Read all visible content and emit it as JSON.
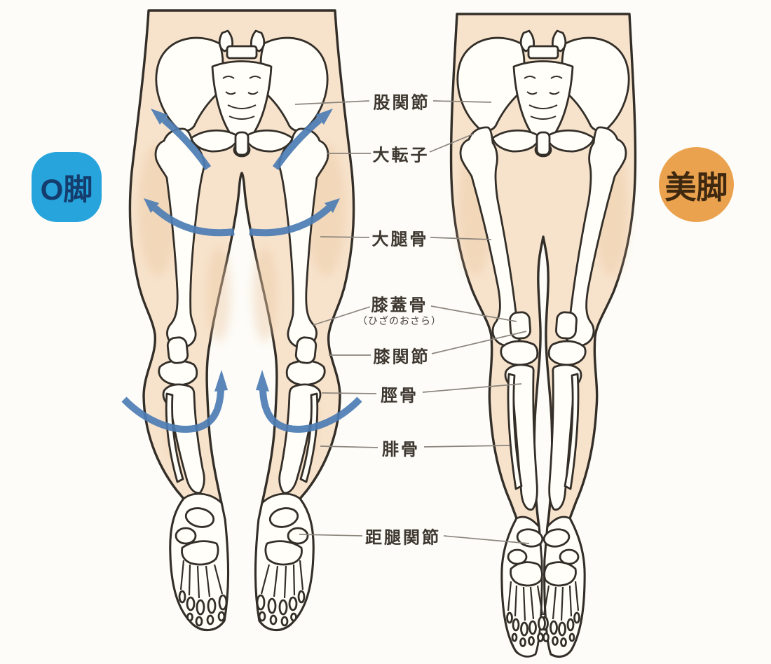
{
  "badges": {
    "left": {
      "label": "O脚",
      "bg": "#27a4dc",
      "text_color": "#143c6d"
    },
    "right": {
      "label": "美脚",
      "bg": "#eba24e",
      "text_color": "#3e2810"
    }
  },
  "labels": {
    "hip_joint": "股関節",
    "greater_trochanter": "大転子",
    "femur": "大腿骨",
    "patella": "膝蓋骨",
    "patella_note": "（ひざのおさら）",
    "knee_joint": "膝関節",
    "tibia": "脛骨",
    "fibula": "腓骨",
    "ankle_joint": "距腿関節"
  },
  "colors": {
    "background": "#fdfcf8",
    "skin": "#f7e3cc",
    "skin_shade": "#ecc9a4",
    "bone": "#fffef8",
    "outline": "#332e28",
    "arrow_blue": "#4d7db4",
    "leader_gray": "#8b857d"
  }
}
